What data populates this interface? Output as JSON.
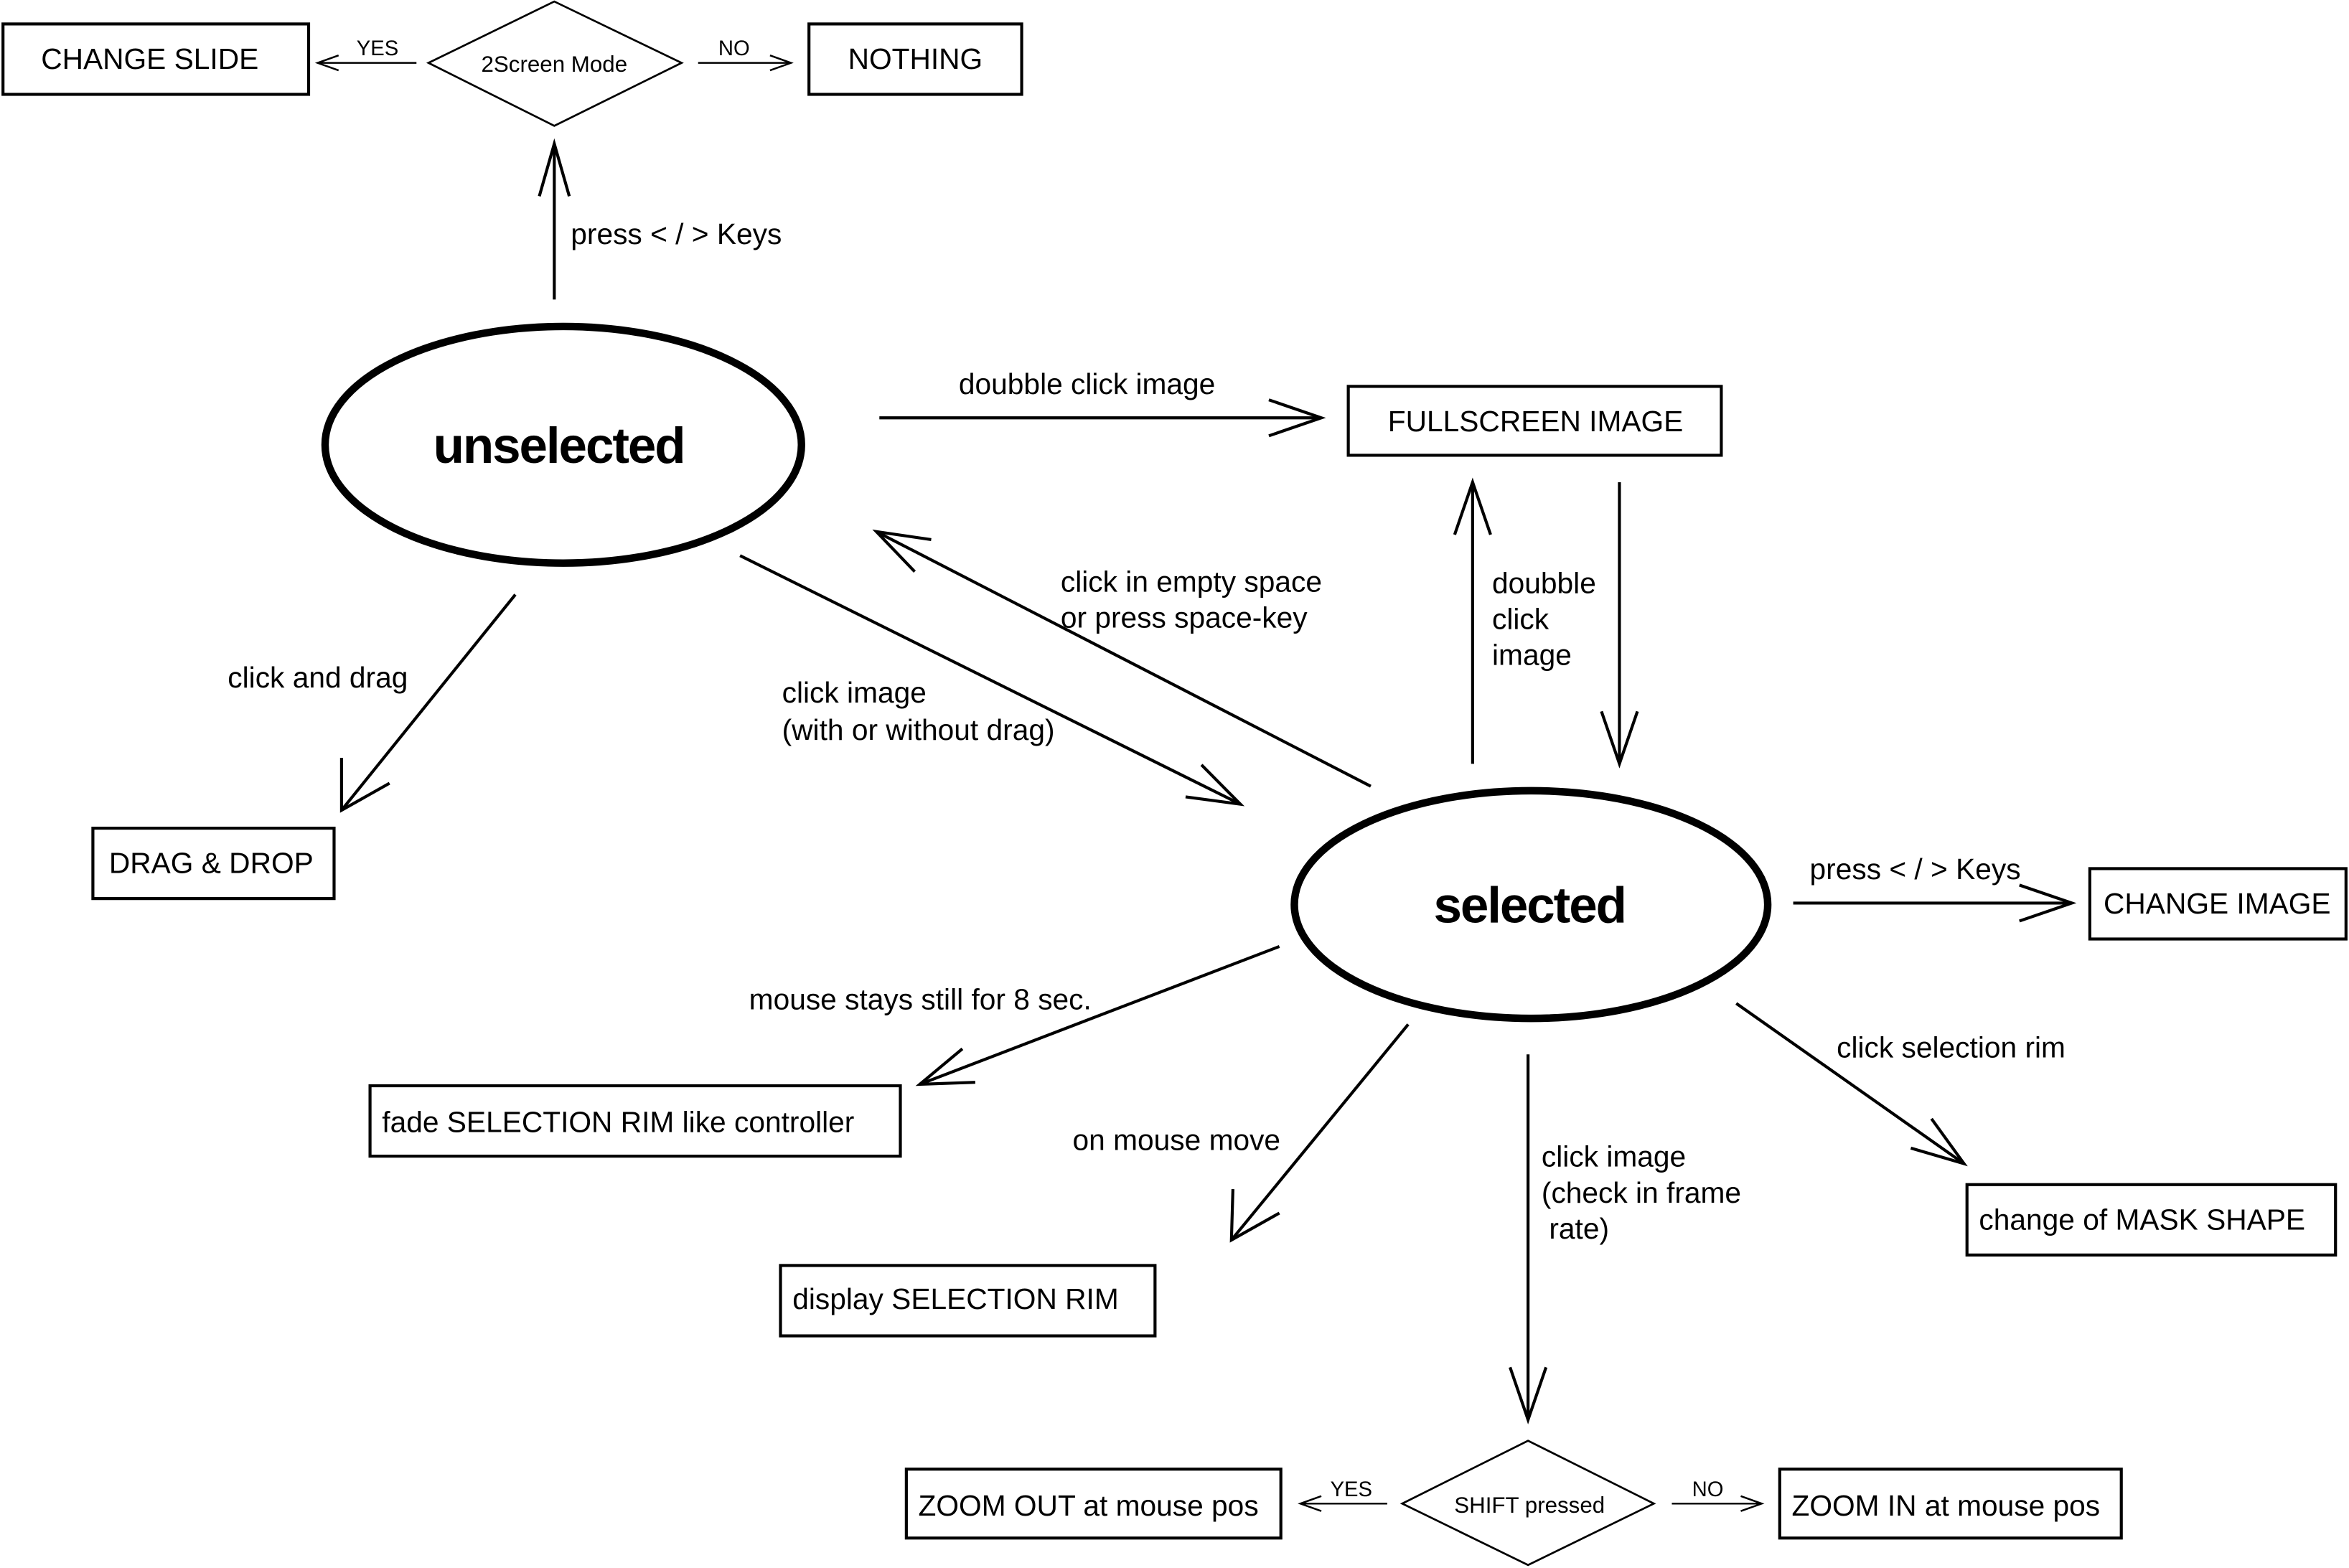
{
  "diagram": {
    "top_decision": {
      "label": "2Screen Mode",
      "yes": "YES",
      "no": "NO"
    },
    "change_slide": "CHANGE SLIDE",
    "nothing": "NOTHING",
    "press_keys_top": "press < / > Keys",
    "unselected": "unselected",
    "selected": "selected",
    "double_click_image": "doubble click image",
    "fullscreen_image": "FULLSCREEN IMAGE",
    "double_click_vertical": [
      "doubble",
      "click",
      "image"
    ],
    "click_empty": [
      "click in empty space",
      "or press space-key"
    ],
    "click_image": [
      "click image",
      "(with or without drag)"
    ],
    "click_and_drag": "click and drag",
    "drag_drop": "DRAG & DROP",
    "press_keys_right": "press < / > Keys",
    "change_image": "CHANGE IMAGE",
    "mouse_still": "mouse stays still for 8 sec.",
    "fade_rim": "fade SELECTION RIM like controller",
    "on_mouse_move": "on mouse move",
    "display_rim": "display SELECTION RIM",
    "click_image_frame": [
      "click image",
      "(check in frame",
      "rate)"
    ],
    "click_selection_rim": "click selection rim",
    "mask_shape": "change of MASK SHAPE",
    "shift_decision": {
      "label": "SHIFT pressed",
      "yes": "YES",
      "no": "NO"
    },
    "zoom_out": "ZOOM OUT at mouse pos",
    "zoom_in": "ZOOM IN at mouse pos"
  }
}
